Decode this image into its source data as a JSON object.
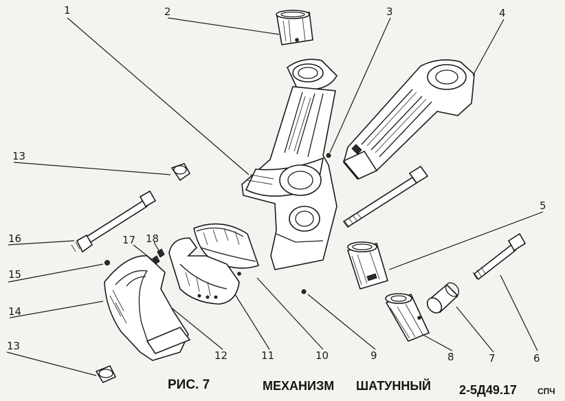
{
  "title": "РИС. 7",
  "subtitle_1": "МЕХАНИЗМ",
  "subtitle_2": "ШАТУННЫЙ",
  "code": "2-5Д49.17",
  "code_suffix": "СПЧ",
  "callouts": [
    "1",
    "2",
    "3",
    "4",
    "5",
    "6",
    "7",
    "8",
    "9",
    "10",
    "11",
    "12",
    "13",
    "13",
    "14",
    "15",
    "16",
    "17",
    "18"
  ],
  "parts": [
    "connecting-rod-main",
    "small-end-bushing",
    "pin-small",
    "connecting-rod-articulated",
    "bushing-5",
    "stud-6",
    "bushing-7",
    "sleeve-8",
    "pin-9",
    "bearing-shell-10",
    "bearing-shell-11",
    "plug-12",
    "plug-13-top",
    "plug-13-bottom",
    "cap-14",
    "plug-15",
    "bolt-16",
    "pin-17",
    "pin-18"
  ]
}
